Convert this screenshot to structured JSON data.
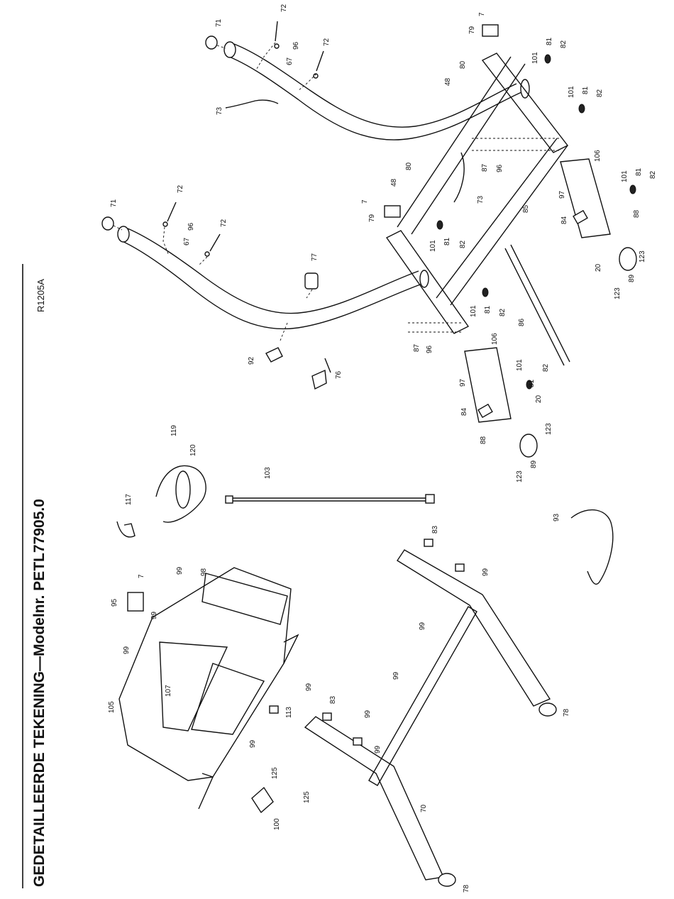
{
  "header": {
    "title": "GEDETAILLEERDE TEKENING—Modelnr. PETL77905.0",
    "code": "R1205A"
  },
  "callouts": {
    "c7": "7",
    "c20": "20",
    "c48": "48",
    "c67": "67",
    "c70": "70",
    "c71": "71",
    "c72": "72",
    "c73": "73",
    "c76": "76",
    "c77": "77",
    "c78": "78",
    "c79": "79",
    "c80": "80",
    "c81": "81",
    "c82": "82",
    "c83": "83",
    "c84": "84",
    "c85": "85",
    "c86": "86",
    "c87": "87",
    "c88": "88",
    "c89": "89",
    "c92": "92",
    "c93": "93",
    "c95": "95",
    "c96": "96",
    "c97": "97",
    "c98": "98",
    "c99": "99",
    "c100": "100",
    "c101": "101",
    "c103": "103",
    "c105": "105",
    "c106": "106",
    "c107": "107",
    "c113": "113",
    "c117": "117",
    "c119": "119",
    "c120": "120",
    "c123": "123",
    "c125": "125"
  }
}
